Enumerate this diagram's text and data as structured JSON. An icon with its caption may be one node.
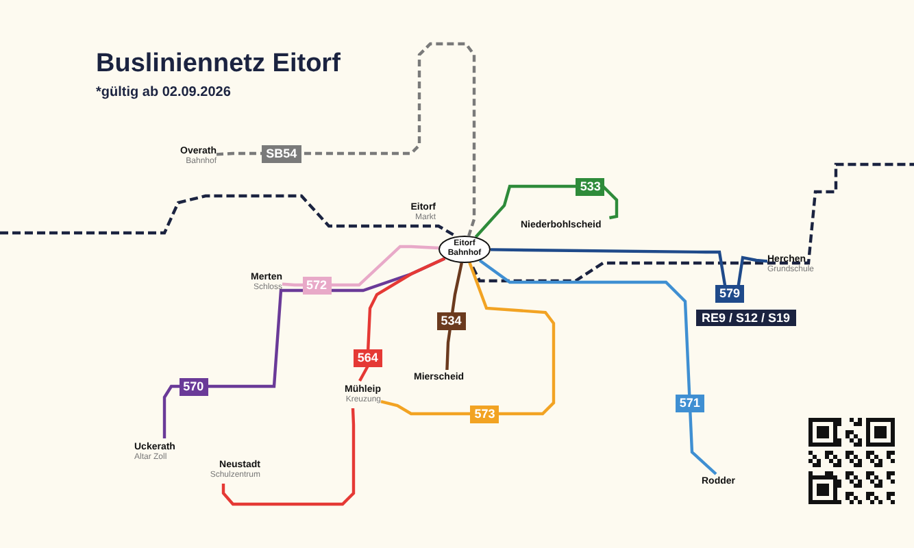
{
  "diagram": {
    "title": "Busliniennetz Eitorf",
    "nodes": [
      {
        "text": [
          "Eitorf Bahnhof"
        ]
      },
      {
        "text": [
          "Overath",
          "Bahnhof"
        ]
      },
      {
        "text": [
          "Merten",
          "Schloss"
        ]
      },
      {
        "text": [
          "Uckerath",
          "Altar Zoll"
        ]
      },
      {
        "text": [
          "Neustadt",
          "Schulzentrum"
        ]
      },
      {
        "text": [
          "Mühleip",
          "Kreuzung"
        ]
      },
      {
        "text": [
          "Mierscheid"
        ]
      },
      {
        "text": [
          "Niederbohlscheid"
        ]
      },
      {
        "text": [
          "Herchen",
          "Grundschule"
        ]
      },
      {
        "text": [
          "Rodder"
        ]
      },
      {
        "text": [
          "Eitorf",
          "Markt"
        ]
      }
    ],
    "edges": [
      {
        "from": 1,
        "to": 0,
        "arrow": "none",
        "label": "SB54",
        "style": "dashed",
        "color": "#7a7a7a"
      },
      {
        "from": 0,
        "to": 2,
        "arrow": "none",
        "label": "572",
        "color": "#e8a9c8"
      },
      {
        "from": 0,
        "to": 3,
        "arrow": "none",
        "label": "570",
        "color": "#6a3a98"
      },
      {
        "from": 0,
        "to": 5,
        "arrow": "none",
        "label": "564",
        "color": "#e53935"
      },
      {
        "from": 5,
        "to": 4,
        "arrow": "none",
        "color": "#e53935"
      },
      {
        "from": 0,
        "to": 6,
        "arrow": "none",
        "label": "534",
        "color": "#6b3a1e"
      },
      {
        "from": 0,
        "to": 5,
        "arrow": "none",
        "label": "573",
        "color": "#f2a323"
      },
      {
        "from": 0,
        "to": 7,
        "arrow": "none",
        "label": "533",
        "color": "#2e8b3a"
      },
      {
        "from": 0,
        "to": 8,
        "arrow": "none",
        "label": "579",
        "color": "#1f4a8a"
      },
      {
        "from": 0,
        "to": 9,
        "arrow": "none",
        "label": "571",
        "color": "#3f8fd2"
      }
    ],
    "labels": [
      "*gültig ab 02.09.2026",
      "RE9 / S12 / S19"
    ]
  }
}
